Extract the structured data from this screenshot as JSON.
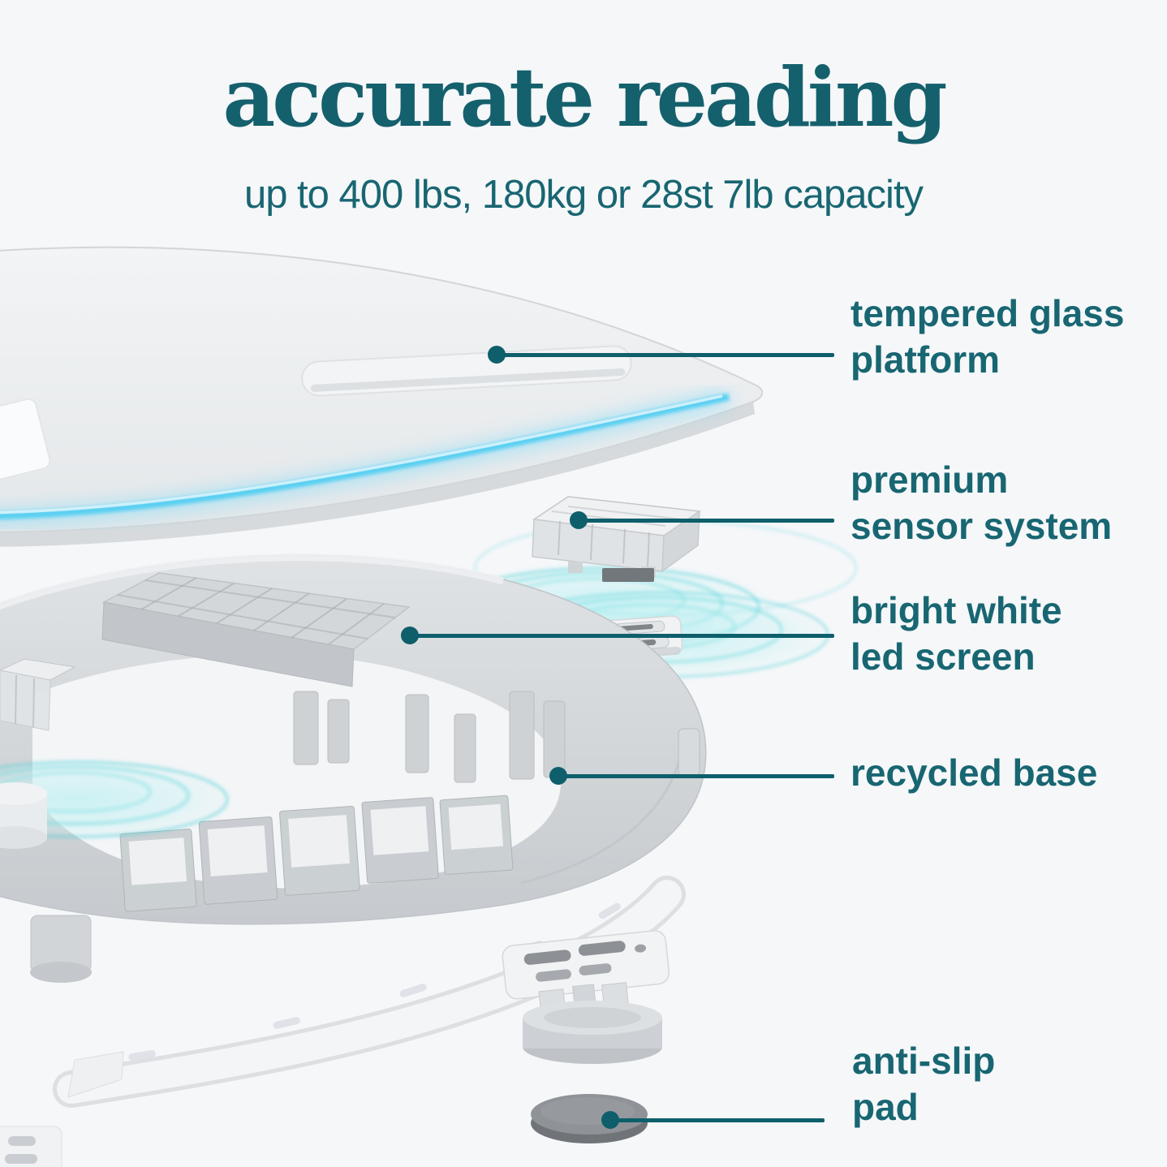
{
  "header": {
    "title": "accurate reading",
    "subtitle": "up to 400 lbs, 180kg or 28st 7lb capacity"
  },
  "callouts": [
    {
      "id": "tempered-glass-platform",
      "label": "tempered glass platform",
      "lines": [
        "tempered glass",
        "platform"
      ]
    },
    {
      "id": "premium-sensor-system",
      "label": "premium sensor system",
      "lines": [
        "premium",
        "sensor system"
      ]
    },
    {
      "id": "bright-white-led-screen",
      "label": "bright white led screen",
      "lines": [
        "bright white",
        "led screen"
      ]
    },
    {
      "id": "recycled-base",
      "label": "recycled base",
      "lines": [
        "recycled base"
      ]
    },
    {
      "id": "anti-slip-pad",
      "label": "anti-slip pad",
      "lines": [
        "anti-slip",
        "pad"
      ]
    }
  ],
  "colors": {
    "accent_teal_title": "#15606d",
    "accent_teal_label": "#186672",
    "callout_line_teal": "#0e5f6b",
    "background": "#f5f7f9",
    "led_glow_blue": "#54cff2",
    "ripple_cyan": "#4ccfd6",
    "product_gray": "#cdd1d4",
    "pad_gray": "#8f9397"
  }
}
